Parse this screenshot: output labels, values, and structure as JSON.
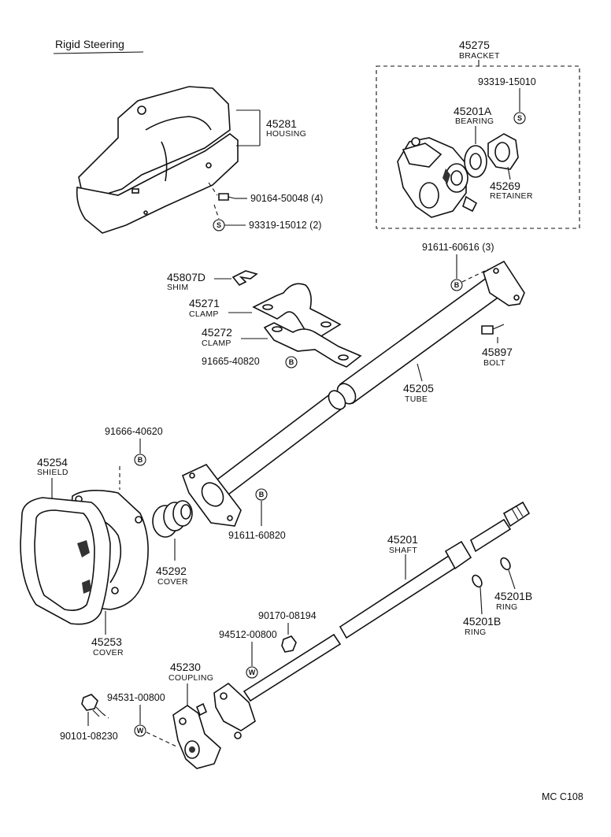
{
  "title": "Rigid Steering",
  "footer_code": "MC  C108",
  "parts": {
    "p45275": {
      "number": "45275",
      "name": "BRACKET"
    },
    "p93319_15010": {
      "number": "93319-15010"
    },
    "p45201A": {
      "number": "45201A",
      "name": "BEARING"
    },
    "p45269": {
      "number": "45269",
      "name": "RETAINER"
    },
    "p45281": {
      "number": "45281",
      "name": "HOUSING"
    },
    "p90164": {
      "number": "90164-50048 (4)"
    },
    "p93319_15012": {
      "number": "93319-15012 (2)"
    },
    "p91611_60616": {
      "number": "91611-60616 (3)"
    },
    "p45807D": {
      "number": "45807D",
      "name": "SHIM"
    },
    "p45271": {
      "number": "45271",
      "name": "CLAMP"
    },
    "p45272": {
      "number": "45272",
      "name": "CLAMP"
    },
    "p91665": {
      "number": "91665-40820"
    },
    "p45897": {
      "number": "45897",
      "name": "BOLT"
    },
    "p45205": {
      "number": "45205",
      "name": "TUBE"
    },
    "p91666": {
      "number": "91666-40620"
    },
    "p45254": {
      "number": "45254",
      "name": "SHIELD"
    },
    "p91611_60820": {
      "number": "91611-60820"
    },
    "p45292": {
      "number": "45292",
      "name": "COVER"
    },
    "p45201": {
      "number": "45201",
      "name": "SHAFT"
    },
    "p45201B_r": {
      "number": "45201B",
      "name": "RING"
    },
    "p45201B_l": {
      "number": "45201B",
      "name": "RING"
    },
    "p45253": {
      "number": "45253",
      "name": "COVER"
    },
    "p90170": {
      "number": "90170-08194"
    },
    "p94512": {
      "number": "94512-00800"
    },
    "p45230": {
      "number": "45230",
      "name": "COUPLING"
    },
    "p94531": {
      "number": "94531-00800"
    },
    "p90101": {
      "number": "90101-08230"
    }
  },
  "symbols": {
    "s": "S",
    "b": "B",
    "w": "W"
  }
}
